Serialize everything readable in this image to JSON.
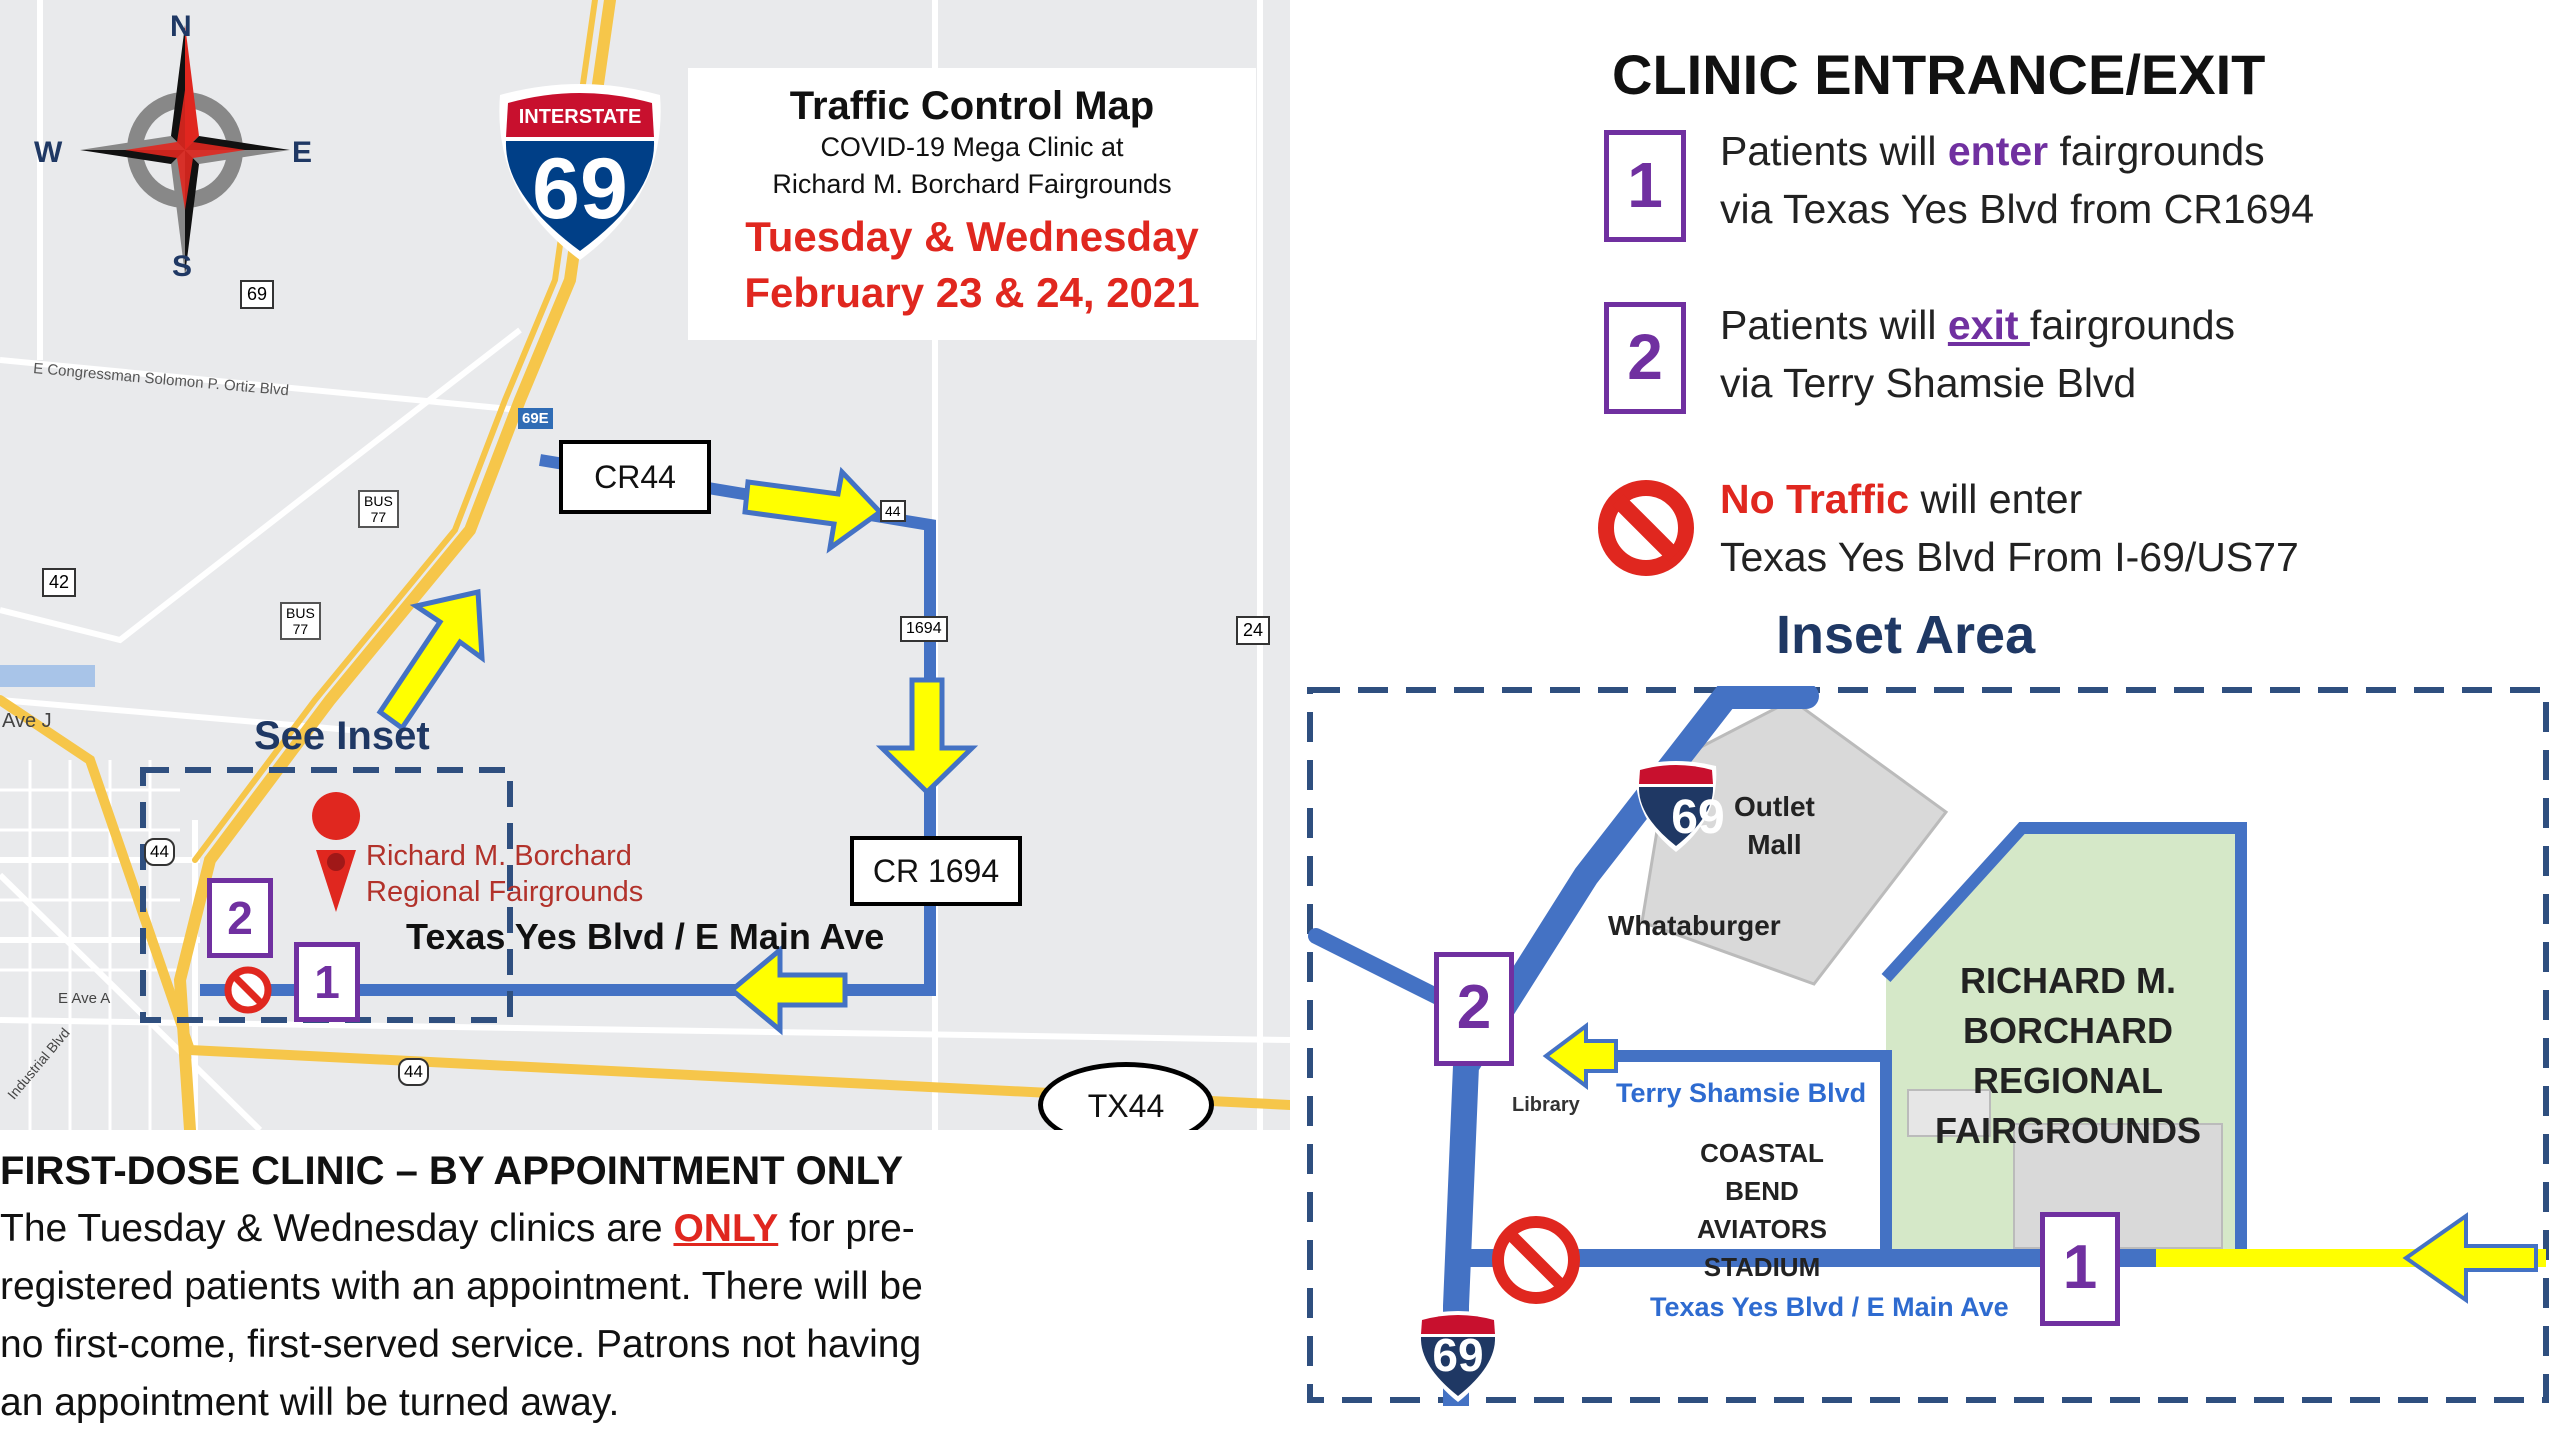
{
  "title_box": {
    "title": "Traffic Control Map",
    "sub1": "COVID-19 Mega Clinic at",
    "sub2": "Richard M.  Borchard Fairgrounds",
    "days": "Tuesday & Wednesday",
    "dates": "February 23 & 24, 2021"
  },
  "compass": {
    "n": "N",
    "s": "S",
    "e": "E",
    "w": "W"
  },
  "shields": {
    "interstate_word": "INTERSTATE",
    "i69": "69",
    "i69e": "69E",
    "r69": "69",
    "r42": "42",
    "r24": "24",
    "r44": "44",
    "r44b": "44",
    "r1694": "1694",
    "r44top": "44",
    "bus": "BUS",
    "r77": "77"
  },
  "map_labels": {
    "cr44": "CR44",
    "cr1694": "CR 1694",
    "tx44": "TX44",
    "see_inset": "See Inset",
    "fairgrounds_line1": "Richard M. Borchard",
    "fairgrounds_line2": "Regional Fairgrounds",
    "texas_yes": "Texas Yes Blvd / E Main Ave",
    "congressman": "E Congressman Solomon P. Ortiz Blvd",
    "ave_j": "Ave J",
    "e_ave_a": "E Ave A",
    "industrial": "Industrial Blvd",
    "num1": "1",
    "num2": "2"
  },
  "bottom_info": {
    "heading": "FIRST-DOSE CLINIC – BY APPOINTMENT ONLY",
    "p1": "The Tuesday & Wednesday clinics are ",
    "only": "ONLY",
    "p2": " for pre-",
    "l2": "registered patients with an appointment. There will be",
    "l3": "no first-come, first-served service. Patrons not having",
    "l4": "an appointment will be turned away."
  },
  "legend": {
    "title": "CLINIC ENTRANCE/EXIT",
    "item1": {
      "num": "1",
      "a": "Patients will ",
      "verb": "enter",
      "b": " fairgrounds",
      "line2": "via Texas Yes Blvd from CR1694"
    },
    "item2": {
      "num": "2",
      "a": "Patients will ",
      "verb": "exit ",
      "b": "fairgrounds",
      "line2": "via Terry Shamsie Blvd"
    },
    "item3": {
      "red": "No Traffic",
      "b": " will enter",
      "line2": "Texas Yes Blvd From I-69/US77"
    }
  },
  "inset": {
    "title": "Inset Area",
    "outlet1": "Outlet",
    "outlet2": "Mall",
    "whataburger": "Whataburger",
    "library": "Library",
    "terry": "Terry Shamsie Blvd",
    "coastal1": "COASTAL BEND",
    "coastal2": "AVIATORS",
    "coastal3": "STADIUM",
    "fair1": "RICHARD M.",
    "fair2": "BORCHARD",
    "fair3": "REGIONAL",
    "fair4": "FAIRGROUNDS",
    "texas_yes": "Texas Yes Blvd / E Main Ave",
    "num1": "1",
    "num2": "2",
    "i69_top": "69",
    "i69_bottom": "69"
  },
  "colors": {
    "route_blue": "#4472c4",
    "arrow_yellow": "#ffff00",
    "purple": "#7030a0",
    "red": "#e0271f",
    "navy": "#1f3864",
    "fairground_green": "#d5e8c8"
  }
}
